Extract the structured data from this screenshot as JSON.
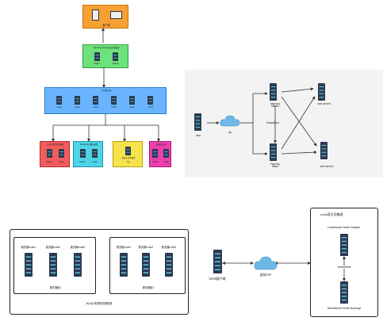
{
  "diagram1": {
    "client_label": "客户端",
    "proxy_label": "Nginx/Keepalived负载均衡集群",
    "proxy_nodes": [
      "Master",
      "Backup"
    ],
    "app_cluster_label": "应用服务器",
    "app_nodes": [
      "node1",
      "node2",
      "node3",
      "node4",
      "node5",
      "node6"
    ],
    "services": [
      {
        "label": "分布式文件存储集群",
        "nodes": [
          "Master",
          "Slave"
        ],
        "color": "#f25c5c"
      },
      {
        "label": "Redis分布式缓存集群",
        "nodes": [
          "Master",
          "Slave"
        ],
        "color": "#4dd4e6"
      },
      {
        "label": "消息中间件集群",
        "nodes": [
          "MQ"
        ],
        "color": "#f6e34b"
      },
      {
        "label": "数据库集群",
        "nodes": [
          "Master",
          "Slave"
        ],
        "color": "#ee3fae"
      }
    ],
    "colors": {
      "client": "#f7a033",
      "proxy": "#6ee27a",
      "app": "#6ab4ff"
    }
  },
  "diagram2": {
    "user_label": "user",
    "vip_label": "vip",
    "master_label": "Haproxy\nMaster",
    "slave_label": "Haproxy\nSlave",
    "keepalived_label": "Keepalived",
    "web1_label": "web server1",
    "web2_label": "web server2"
  },
  "diagram3": {
    "group1_nodes": [
      "服务器node1",
      "服务器node2",
      "服务器node3"
    ],
    "group1_label": "服务器组1",
    "group2_nodes": [
      "服务器node1",
      "服务器node2",
      "服务器node3"
    ],
    "group2_label": "服务器组2",
    "caption": "MySQL集群服务器集群"
  },
  "diagram4": {
    "client_label": "WEB客户端",
    "vip_label": "虚拟VIP",
    "title": "redis高可用集群",
    "master_label": "heartbeat+redis Master",
    "heartbeat_label": "heartbeat",
    "backup_label": "heartbeat+redis Backup"
  }
}
